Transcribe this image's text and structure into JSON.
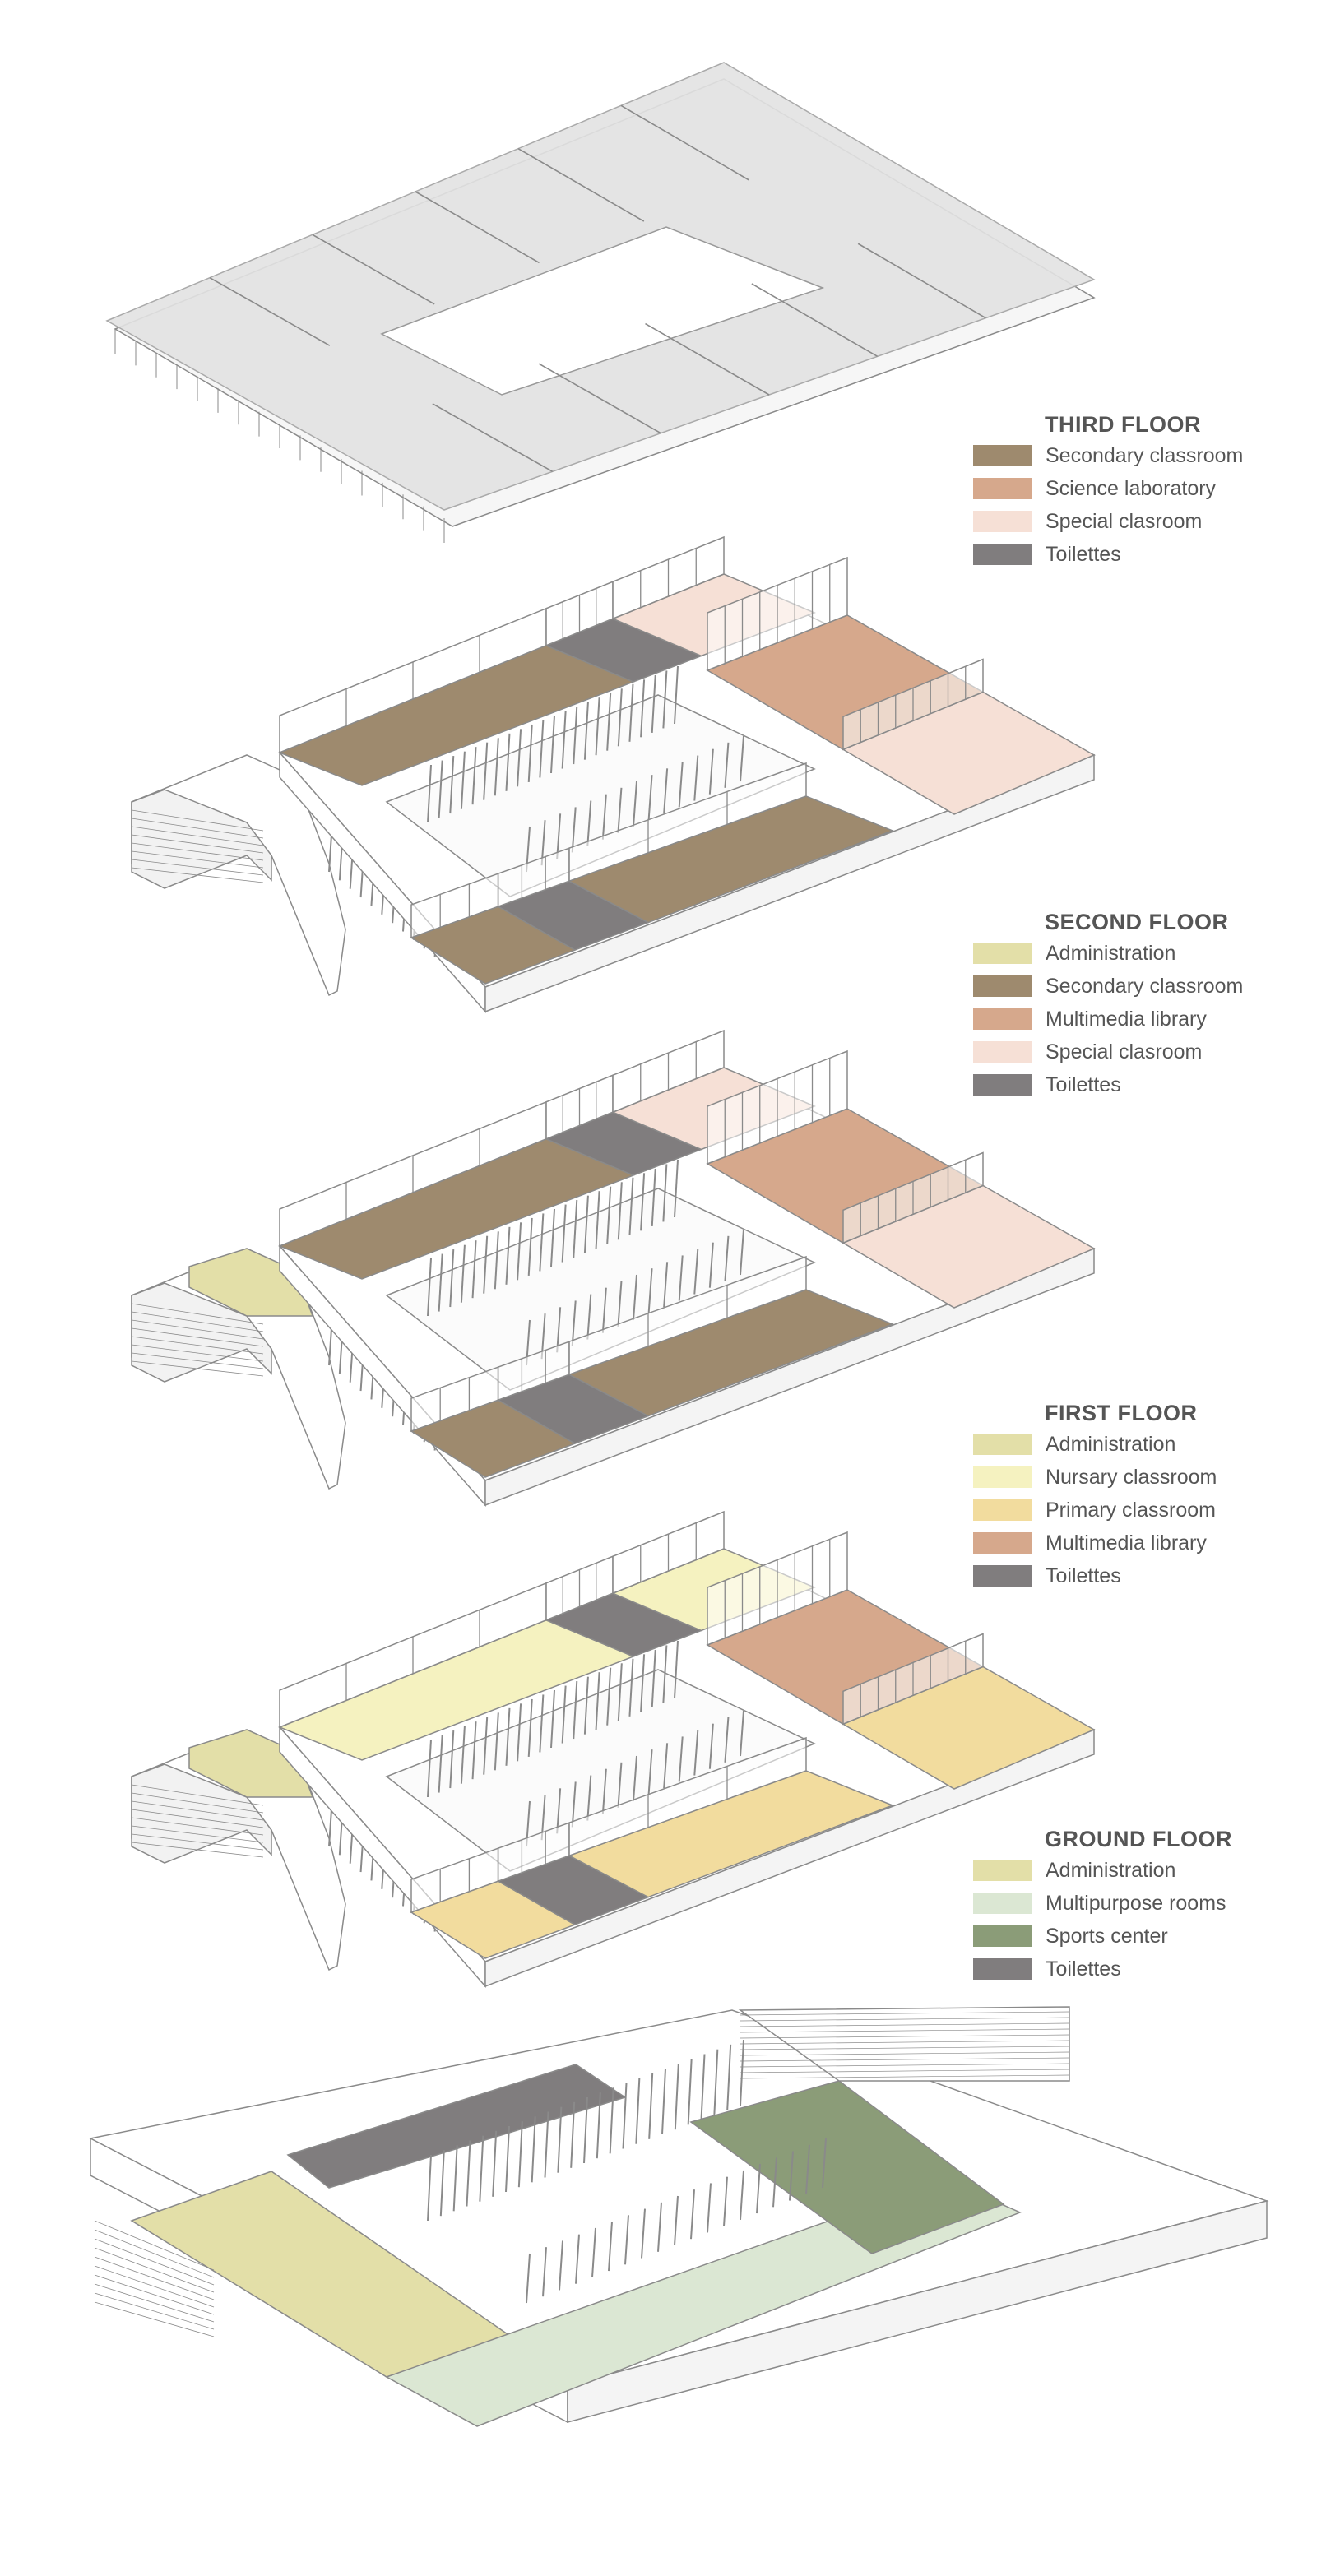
{
  "colors": {
    "secondary": "#9e8a6e",
    "lab": "#d6a88c",
    "special": "#f6e0d6",
    "toilet": "#807d7e",
    "admin": "#e3dfa8",
    "nursery": "#f5f2c0",
    "primary": "#f2dc9e",
    "multipurpose": "#dbe7d3",
    "sports": "#8b9c78",
    "slab": "#ffffff",
    "roof": "#e2e2e2",
    "line": "#8a8a8a"
  },
  "legends": [
    {
      "title": "THIRD FLOOR",
      "items": [
        {
          "label": "Secondary classroom",
          "color": "#9e8a6e"
        },
        {
          "label": "Science laboratory",
          "color": "#d6a88c"
        },
        {
          "label": "Special clasroom",
          "color": "#f6e0d6"
        },
        {
          "label": "Toilettes",
          "color": "#807d7e"
        }
      ]
    },
    {
      "title": "SECOND FLOOR",
      "items": [
        {
          "label": "Administration",
          "color": "#e3dfa8"
        },
        {
          "label": "Secondary classroom",
          "color": "#9e8a6e"
        },
        {
          "label": "Multimedia library",
          "color": "#d6a88c"
        },
        {
          "label": "Special clasroom",
          "color": "#f6e0d6"
        },
        {
          "label": "Toilettes",
          "color": "#807d7e"
        }
      ]
    },
    {
      "title": "FIRST FLOOR",
      "items": [
        {
          "label": "Administration",
          "color": "#e3dfa8"
        },
        {
          "label": "Nursary classroom",
          "color": "#f5f2c0"
        },
        {
          "label": "Primary classroom",
          "color": "#f2dc9e"
        },
        {
          "label": "Multimedia library",
          "color": "#d6a88c"
        },
        {
          "label": "Toilettes",
          "color": "#807d7e"
        }
      ]
    },
    {
      "title": "GROUND FLOOR",
      "items": [
        {
          "label": "Administration",
          "color": "#e3dfa8"
        },
        {
          "label": "Multipurpose rooms",
          "color": "#dbe7d3"
        },
        {
          "label": "Sports center",
          "color": "#8b9c78"
        },
        {
          "label": "Toilettes",
          "color": "#807d7e"
        }
      ]
    }
  ]
}
